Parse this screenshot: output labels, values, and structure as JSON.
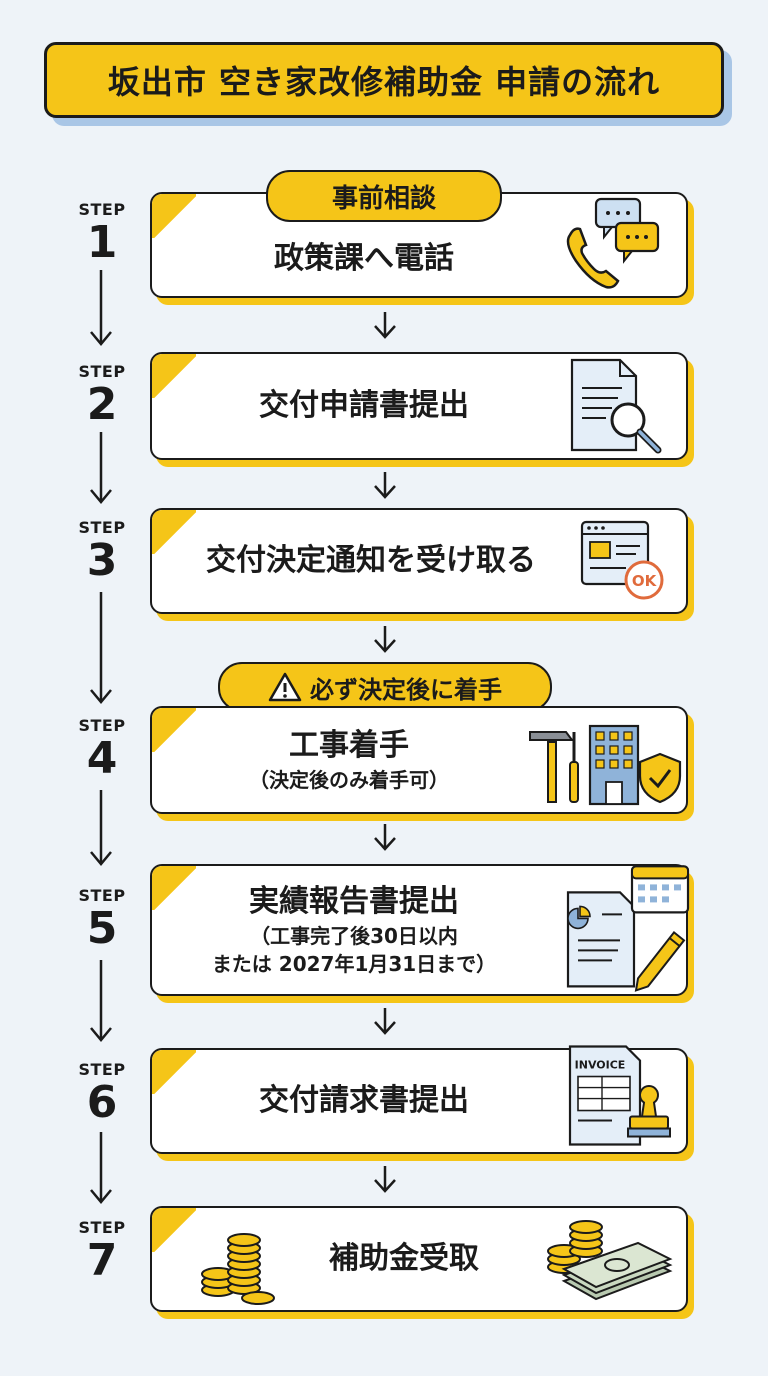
{
  "title": "坂出市 空き家改修補助金 申請の流れ",
  "step_word": "STEP",
  "pre_consult_badge": "事前相談",
  "warning_badge": "必ず決定後に着手",
  "steps": [
    {
      "num": "1",
      "main": "政策課へ電話",
      "sub": "",
      "sub2": "",
      "icon": "phone-chat-icon"
    },
    {
      "num": "2",
      "main": "交付申請書提出",
      "sub": "",
      "sub2": "",
      "icon": "document-magnifier-icon"
    },
    {
      "num": "3",
      "main": "交付決定通知を受け取る",
      "sub": "",
      "sub2": "",
      "icon": "approval-window-icon",
      "icon_text": "OK"
    },
    {
      "num": "4",
      "main": "工事着手",
      "sub": "（決定後のみ着手可）",
      "sub2": "",
      "icon": "construction-tools-icon"
    },
    {
      "num": "5",
      "main": "実績報告書提出",
      "sub": "（工事完了後30日以内",
      "sub2": "または 2027年1月31日まで）",
      "icon": "report-calendar-icon"
    },
    {
      "num": "6",
      "main": "交付請求書提出",
      "sub": "",
      "sub2": "",
      "icon": "invoice-stamp-icon",
      "icon_text": "INVOICE"
    },
    {
      "num": "7",
      "main": "補助金受取",
      "sub": "",
      "sub2": "",
      "icon": "coins-money-icon"
    }
  ],
  "colors": {
    "accent": "#f5c518",
    "shadow": "#a9c6e6",
    "line": "#1b1b1b",
    "ok": "#e06b3c"
  }
}
